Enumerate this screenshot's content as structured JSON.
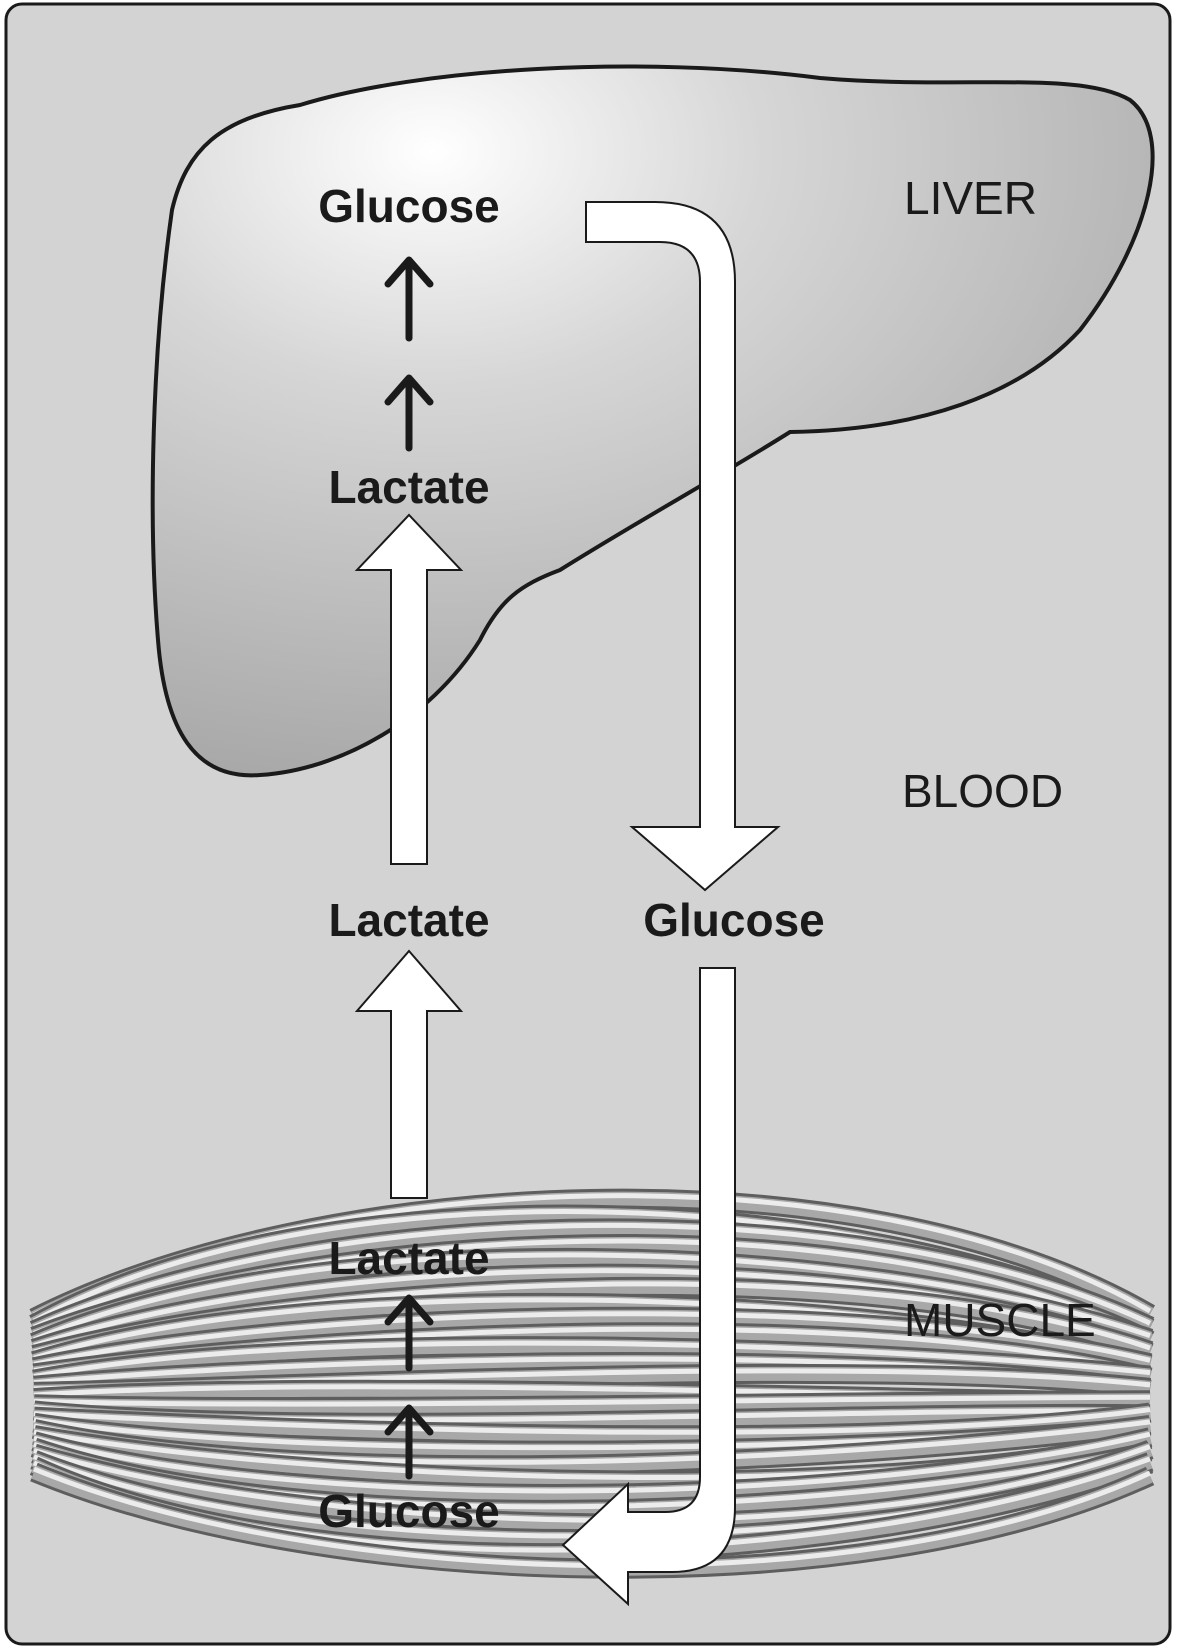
{
  "diagram": {
    "regions": {
      "liver": "LIVER",
      "blood": "BLOOD",
      "muscle": "MUSCLE"
    },
    "liver_labels": {
      "glucose": "Glucose",
      "lactate": "Lactate"
    },
    "blood_labels": {
      "lactate": "Lactate",
      "glucose": "Glucose"
    },
    "muscle_labels": {
      "lactate": "Lactate",
      "glucose": "Glucose"
    },
    "colors": {
      "background": "#d3d3d3",
      "liver_fill": "#b4b4b4",
      "arrow_fill": "#ffffff",
      "outline": "#1a1a1a"
    }
  }
}
